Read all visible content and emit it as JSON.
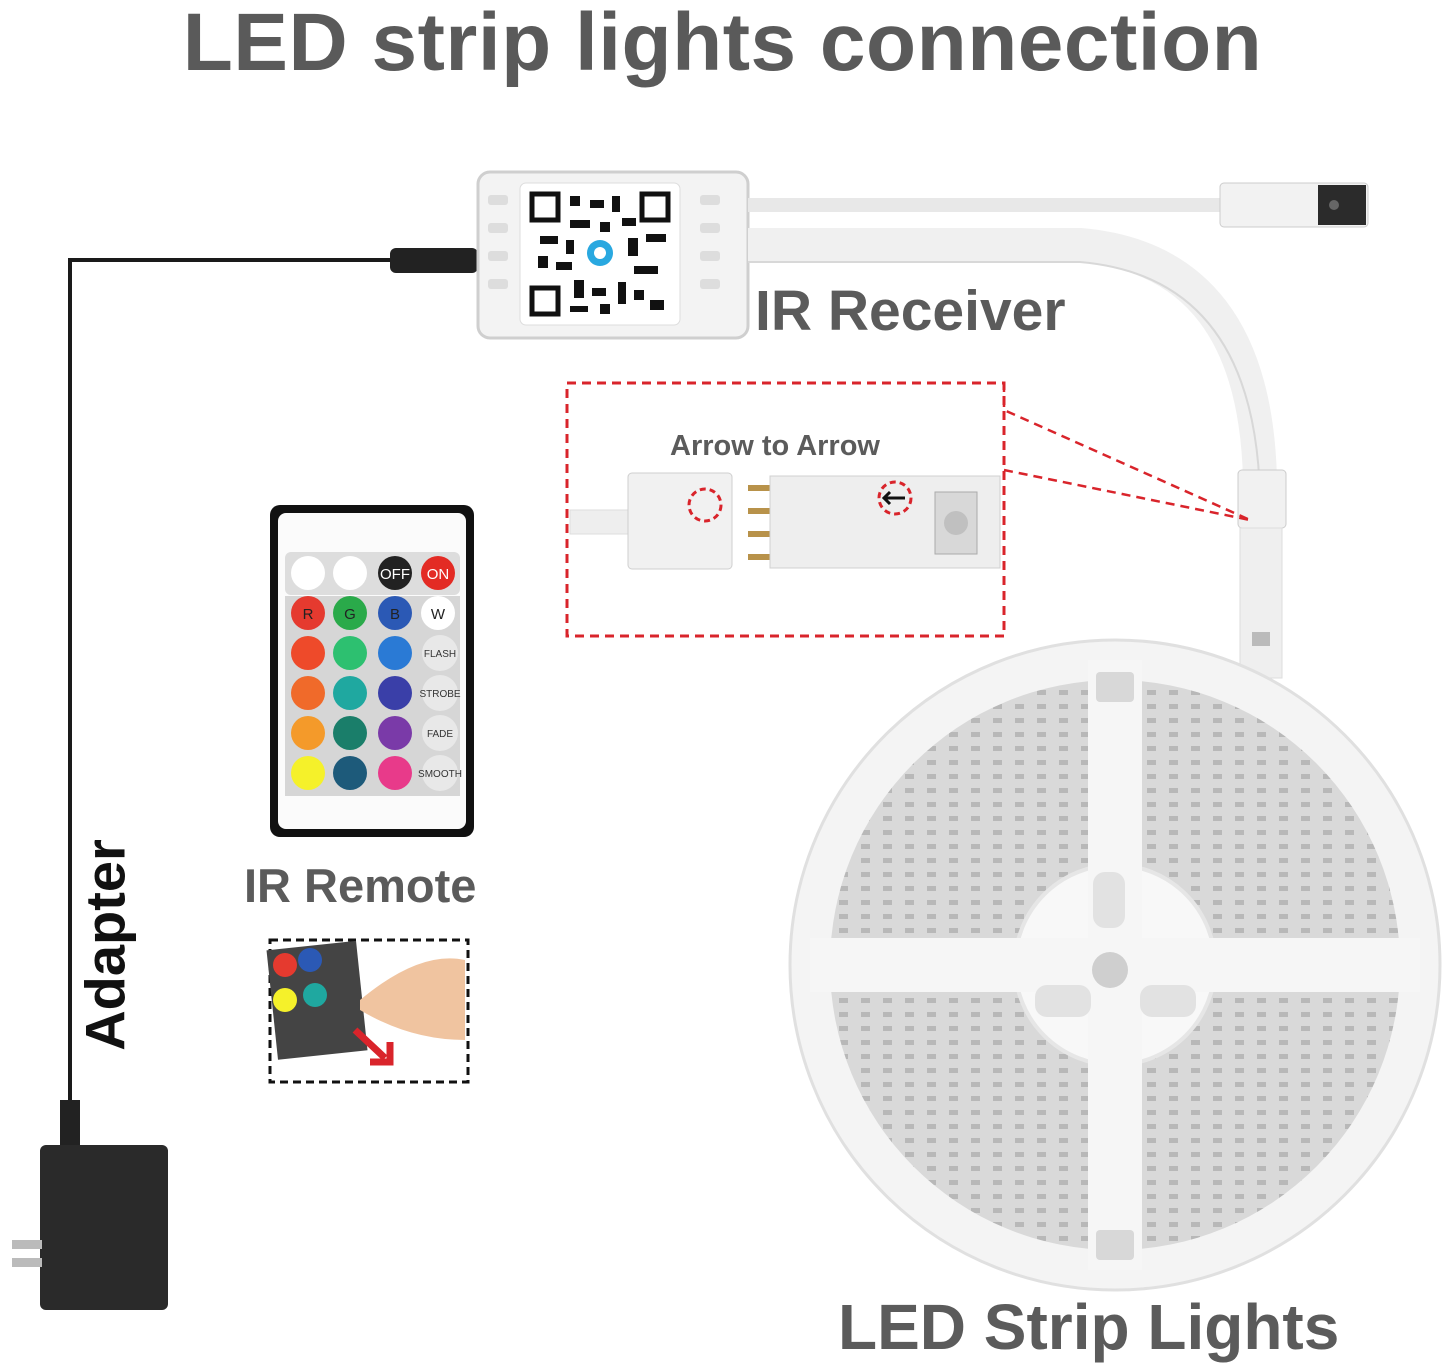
{
  "title": "LED strip lights connection",
  "labels": {
    "ir_receiver": "IR Receiver",
    "ir_remote": "IR Remote",
    "led_strip": "LED Strip Lights",
    "adapter": "Adapter",
    "arrow_hint": "Arrow to  Arrow"
  },
  "remote": {
    "top_buttons": [
      "",
      "",
      "OFF",
      "ON"
    ],
    "rgbw": [
      "R",
      "G",
      "B",
      "W"
    ],
    "mode_buttons": [
      "FLASH",
      "STROBE",
      "FADE",
      "SMOOTH"
    ]
  },
  "colors": {
    "title_gray": "#5a5a5a",
    "dashed_red": "#d9242b",
    "cable": "#1a1a1a"
  }
}
